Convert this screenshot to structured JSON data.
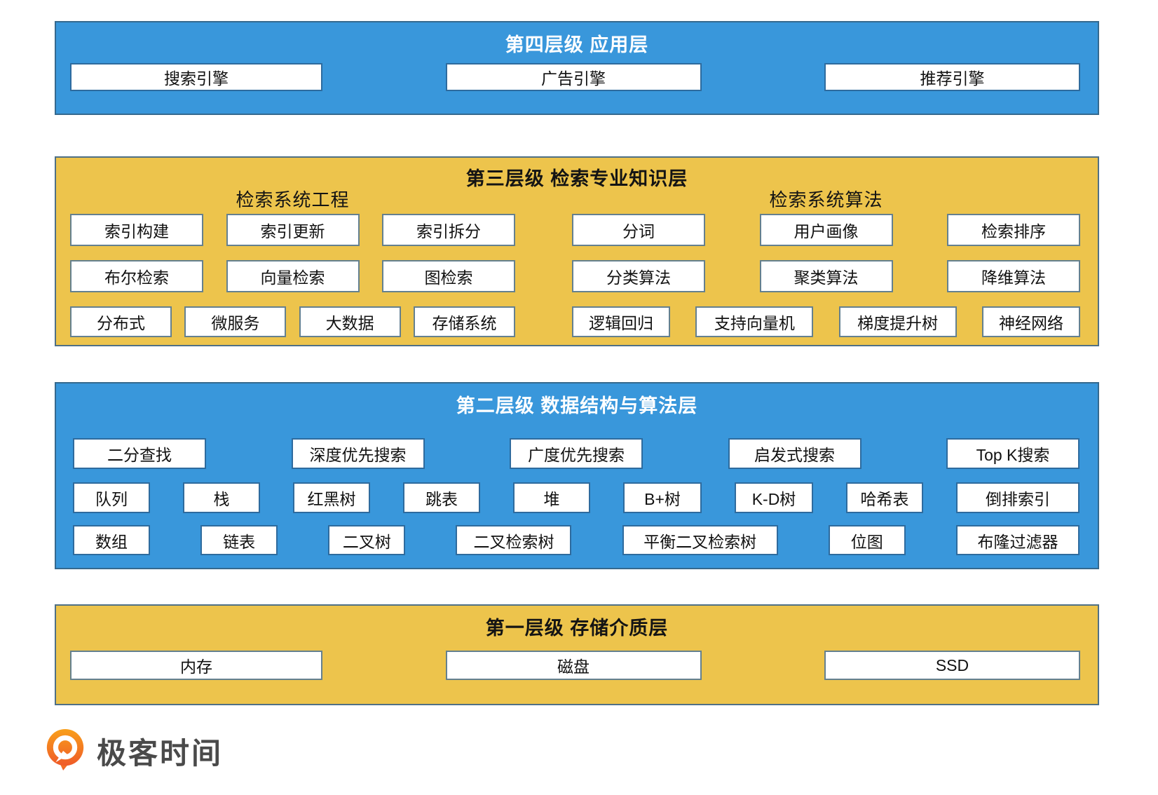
{
  "colors": {
    "layer_blue": "#3997DB",
    "layer_yellow": "#EDC44C",
    "blue_box_border": "#2E6B9E",
    "yellow_box_border": "#64808F",
    "panel_border": "#4F7086",
    "logo_orange_top": "#F9A01B",
    "logo_orange_bottom": "#EF5A28",
    "brand_text": "#4A4A4A"
  },
  "layer4": {
    "title": "第四层级 应用层",
    "boxes": [
      "搜索引擎",
      "广告引擎",
      "推荐引擎"
    ]
  },
  "layer3": {
    "title": "第三层级 检索专业知识层",
    "left": {
      "heading": "检索系统工程",
      "row1": [
        "索引构建",
        "索引更新",
        "索引拆分"
      ],
      "row2": [
        "布尔检索",
        "向量检索",
        "图检索"
      ],
      "row3": [
        "分布式",
        "微服务",
        "大数据",
        "存储系统"
      ]
    },
    "right": {
      "heading": "检索系统算法",
      "row1": [
        "分词",
        "用户画像",
        "检索排序"
      ],
      "row2": [
        "分类算法",
        "聚类算法",
        "降维算法"
      ],
      "row3": [
        "逻辑回归",
        "支持向量机",
        "梯度提升树",
        "神经网络"
      ]
    }
  },
  "layer2": {
    "title": "第二层级 数据结构与算法层",
    "row1": [
      "二分查找",
      "深度优先搜索",
      "广度优先搜索",
      "启发式搜索",
      "Top K搜索"
    ],
    "row2": [
      "队列",
      "栈",
      "红黑树",
      "跳表",
      "堆",
      "B+树",
      "K-D树",
      "哈希表",
      "倒排索引"
    ],
    "row3": [
      "数组",
      "链表",
      "二叉树",
      "二叉检索树",
      "平衡二叉检索树",
      "位图",
      "布隆过滤器"
    ]
  },
  "layer1": {
    "title": "第一层级 存储介质层",
    "boxes": [
      "内存",
      "磁盘",
      "SSD"
    ]
  },
  "footer": {
    "brand": "极客时间"
  }
}
